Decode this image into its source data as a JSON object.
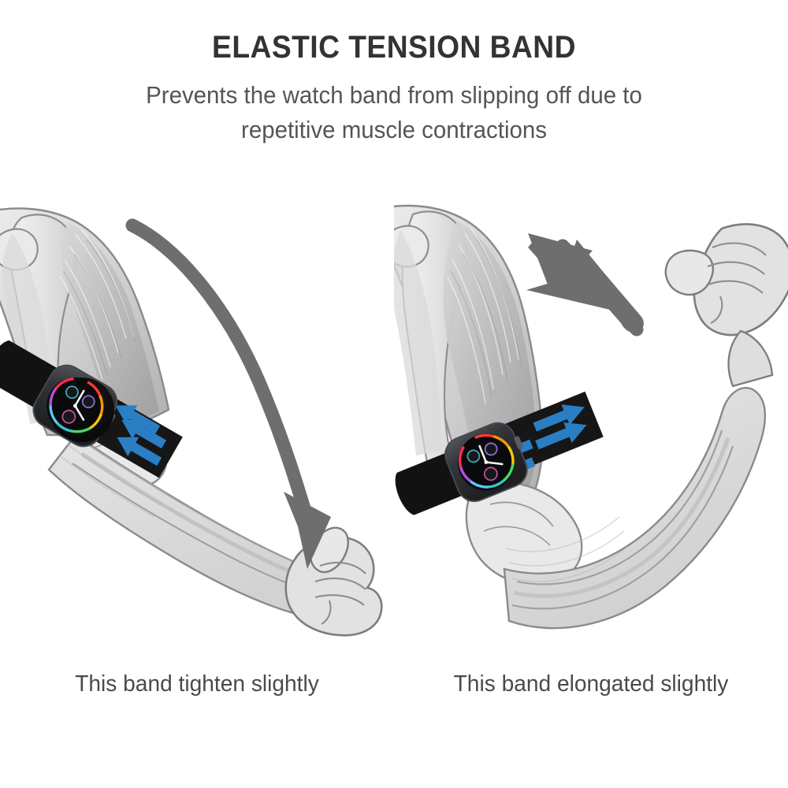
{
  "header": {
    "title": "ELASTIC TENSION BAND",
    "subtitle_lines": [
      "Prevents the watch band from slipping off due to",
      "repetitive muscle contractions"
    ],
    "title_color": "#333333",
    "subtitle_color": "#555555"
  },
  "panels": [
    {
      "id": "left",
      "caption": "This band tighten slightly",
      "arm_state": "extended",
      "arm_description": "Anatomical illustration of an extended (straightened) arm with visible muscle and bone structure, fist closed at lower right",
      "motion_arrow": {
        "icon": "curved-down-arrow-icon",
        "direction": "down-right",
        "style": "curved",
        "color": "#6e6e6e"
      },
      "watch": {
        "case_color": "#2f3134",
        "band_color": "#161616",
        "dial_color": "#0a0a0a",
        "tension_arrows": {
          "icon": "band-tension-arrows-icon",
          "direction": "inward",
          "count": 3,
          "color": "#2a7fc4"
        }
      }
    },
    {
      "id": "right",
      "caption": "This band elongated slightly",
      "arm_state": "flexed",
      "arm_description": "Anatomical illustration of a flexed (bent at elbow) arm with raised fist at upper right, showing contracted bicep",
      "motion_arrow": {
        "icon": "straight-up-arrow-icon",
        "direction": "up-left",
        "style": "straight",
        "color": "#6e6e6e"
      },
      "watch": {
        "case_color": "#2f3134",
        "band_color": "#161616",
        "dial_color": "#0a0a0a",
        "tension_arrows": {
          "icon": "band-tension-arrows-icon",
          "direction": "bidirectional",
          "count": 4,
          "color": "#2a7fc4"
        }
      }
    }
  ],
  "colors": {
    "background": "#ffffff",
    "accent_blue": "#2a7fc4",
    "arrow_gray": "#6e6e6e",
    "skin_light": "#e6e6e6",
    "skin_mid": "#cfcfcf",
    "muscle_gray": "#b4b4b4",
    "outline_gray": "#7d7d7d",
    "bone_light": "#ededed"
  }
}
